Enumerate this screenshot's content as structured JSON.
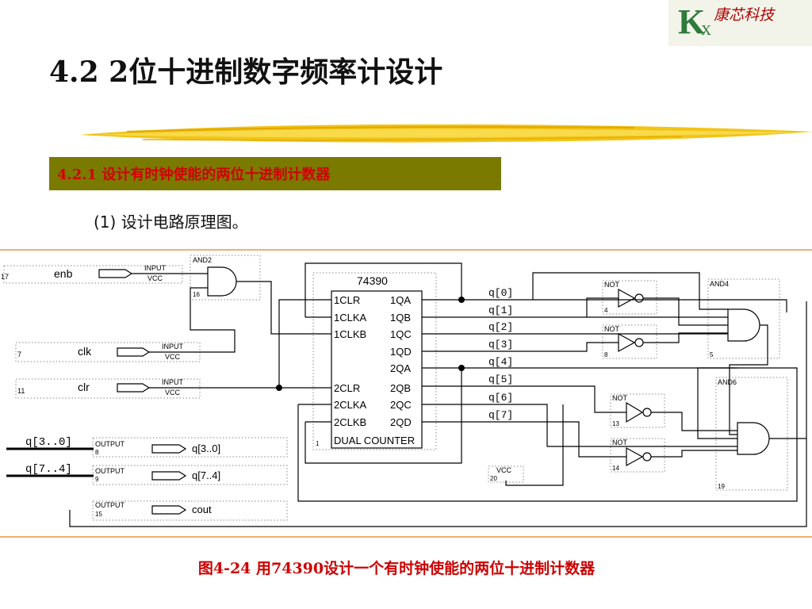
{
  "logo": {
    "letter": "K",
    "sub": "X",
    "name": "康芯科技"
  },
  "title": "4.2  2位十进制数字频率计设计",
  "section": "4.2.1  设计有时钟使能的两位十进制计数器",
  "step": "(1) 设计电路原理图。",
  "caption": "图4-24  用74390设计一个有时钟使能的两位十进制计数器",
  "schematic": {
    "inputs": [
      {
        "name": "enb",
        "pin": "17",
        "tag": "INPUT",
        "vcc": "VCC"
      },
      {
        "name": "clk",
        "pin": "7",
        "tag": "INPUT",
        "vcc": "VCC"
      },
      {
        "name": "clr",
        "pin": "11",
        "tag": "INPUT",
        "vcc": "VCC"
      }
    ],
    "outputs": [
      {
        "name": "q[3..0]",
        "bus": "q[3..0]",
        "pin": "8",
        "tag": "OUTPUT"
      },
      {
        "name": "q[7..4]",
        "bus": "q[7..4]",
        "pin": "9",
        "tag": "OUTPUT"
      },
      {
        "name": "cout",
        "pin": "15",
        "tag": "OUTPUT"
      }
    ],
    "and2": {
      "type": "AND2",
      "pin": "16"
    },
    "chip": {
      "part": "74390",
      "left_pins": [
        "1CLR",
        "1CLKA",
        "1CLKB",
        "2CLR",
        "2CLKA",
        "2CLKB"
      ],
      "right_pins": [
        "1QA",
        "1QB",
        "1QC",
        "1QD",
        "2QA",
        "2QB",
        "2QC",
        "2QD"
      ],
      "label": "DUAL COUNTER",
      "pin": "1"
    },
    "q_labels": [
      "q[0]",
      "q[1]",
      "q[2]",
      "q[3]",
      "q[4]",
      "q[5]",
      "q[6]",
      "q[7]"
    ],
    "nots": [
      {
        "type": "NOT",
        "pin": "4"
      },
      {
        "type": "NOT",
        "pin": "8"
      },
      {
        "type": "NOT",
        "pin": "13"
      },
      {
        "type": "NOT",
        "pin": "14"
      }
    ],
    "and4": {
      "type": "AND4",
      "pin": "5"
    },
    "and6": {
      "type": "AND6",
      "pin": "19"
    },
    "vcc": {
      "type": "VCC",
      "pin": "20"
    }
  }
}
